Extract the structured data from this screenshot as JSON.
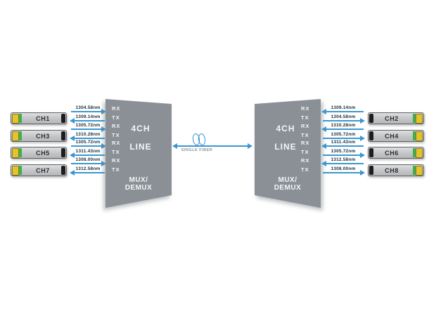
{
  "diagram": {
    "link_label": "SINGLE FIBER",
    "mux_left": {
      "ch_count": "4CH",
      "line": "LINE",
      "name1": "MUX/",
      "name2": "DEMUX",
      "rx": "RX",
      "tx": "TX"
    },
    "mux_right": {
      "ch_count": "4CH",
      "line": "LINE",
      "name1": "MUX/",
      "name2": "DEMUX",
      "rx": "RX",
      "tx": "TX"
    },
    "channels_left": [
      {
        "label": "CH1",
        "to_mux_nm": "1304.58nm",
        "from_mux_nm": "1309.14nm"
      },
      {
        "label": "CH3",
        "to_mux_nm": "1305.72nm",
        "from_mux_nm": "1310.28nm"
      },
      {
        "label": "CH5",
        "to_mux_nm": "1305.72nm",
        "from_mux_nm": "1311.43nm"
      },
      {
        "label": "CH7",
        "to_mux_nm": "1308.00nm",
        "from_mux_nm": "1312.58nm"
      }
    ],
    "channels_right": [
      {
        "label": "CH2",
        "to_mux_nm": "1309.14nm",
        "from_mux_nm": "1304.58nm"
      },
      {
        "label": "CH4",
        "to_mux_nm": "1310.28nm",
        "from_mux_nm": "1305.72nm"
      },
      {
        "label": "CH6",
        "to_mux_nm": "1311.43nm",
        "from_mux_nm": "1305.72nm"
      },
      {
        "label": "CH8",
        "to_mux_nm": "1312.58nm",
        "from_mux_nm": "1308.00nm"
      }
    ],
    "colors": {
      "arrow_blue": "#3b97d3",
      "mux_gray": "#8a9095",
      "module_port_yellow": "#e3c42f",
      "module_strip_green": "#3faf4a",
      "label_dark": "#20323c",
      "fiber_text_gray": "#8a9196"
    }
  }
}
